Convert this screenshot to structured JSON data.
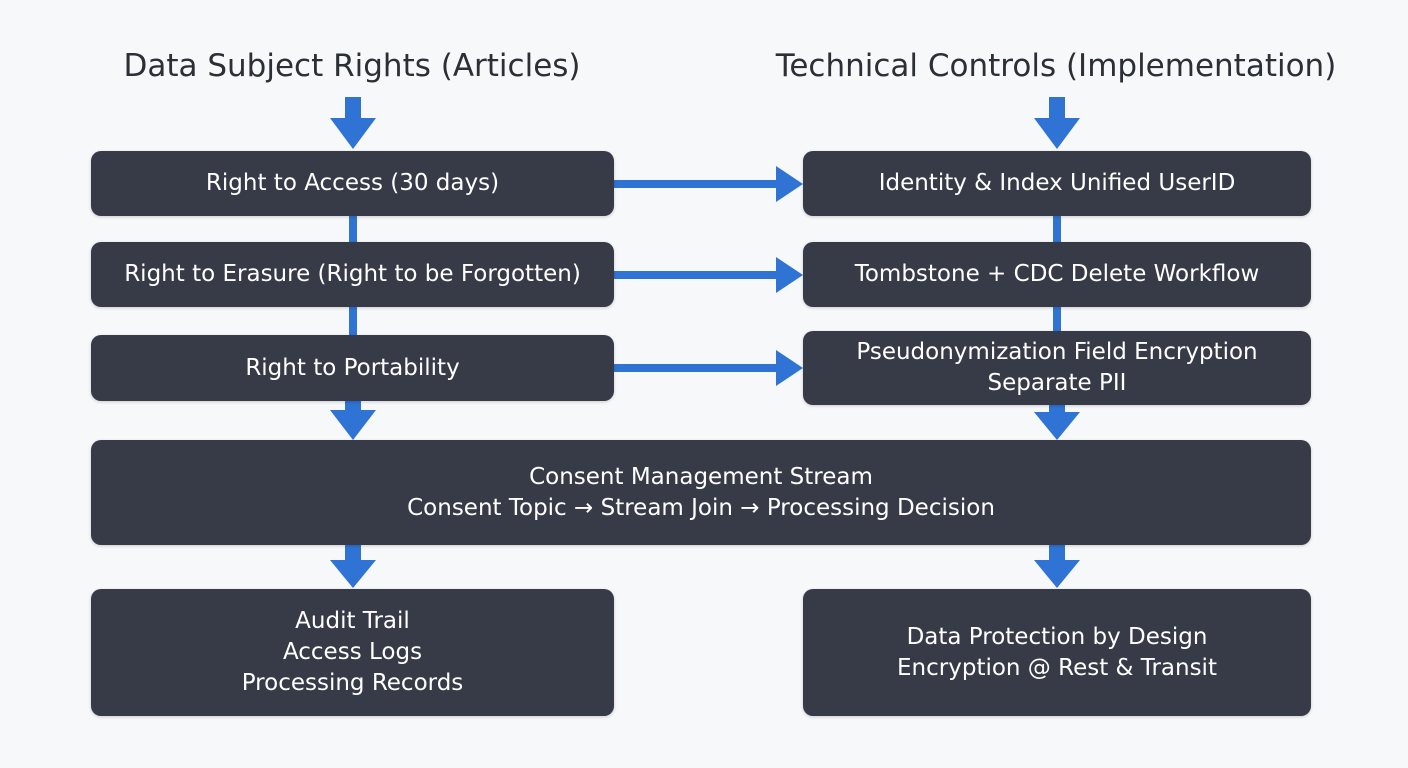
{
  "colors": {
    "background": "#f7f8fa",
    "box_fill": "#363b47",
    "box_text": "#ffffff",
    "heading_text": "#2b2f36",
    "arrow": "#2f73d4"
  },
  "headings": {
    "left": "Data Subject Rights (Articles)",
    "right": "Technical Controls (Implementation)"
  },
  "rights": [
    {
      "lines": [
        "Right to Access (30 days)"
      ]
    },
    {
      "lines": [
        "Right to Erasure (Right to be Forgotten)"
      ]
    },
    {
      "lines": [
        "Right to Portability"
      ]
    }
  ],
  "controls": [
    {
      "lines": [
        "Identity & Index Unified UserID"
      ]
    },
    {
      "lines": [
        "Tombstone + CDC Delete Workflow"
      ]
    },
    {
      "lines": [
        "Pseudonymization Field Encryption",
        "Separate PII"
      ]
    }
  ],
  "consent": {
    "lines": [
      "Consent Management Stream",
      "Consent Topic → Stream Join → Processing Decision"
    ]
  },
  "outputs": {
    "left": {
      "lines": [
        "Audit Trail",
        "Access Logs",
        "Processing Records"
      ]
    },
    "right": {
      "lines": [
        "Data Protection by Design",
        "Encryption @ Rest & Transit"
      ]
    }
  }
}
